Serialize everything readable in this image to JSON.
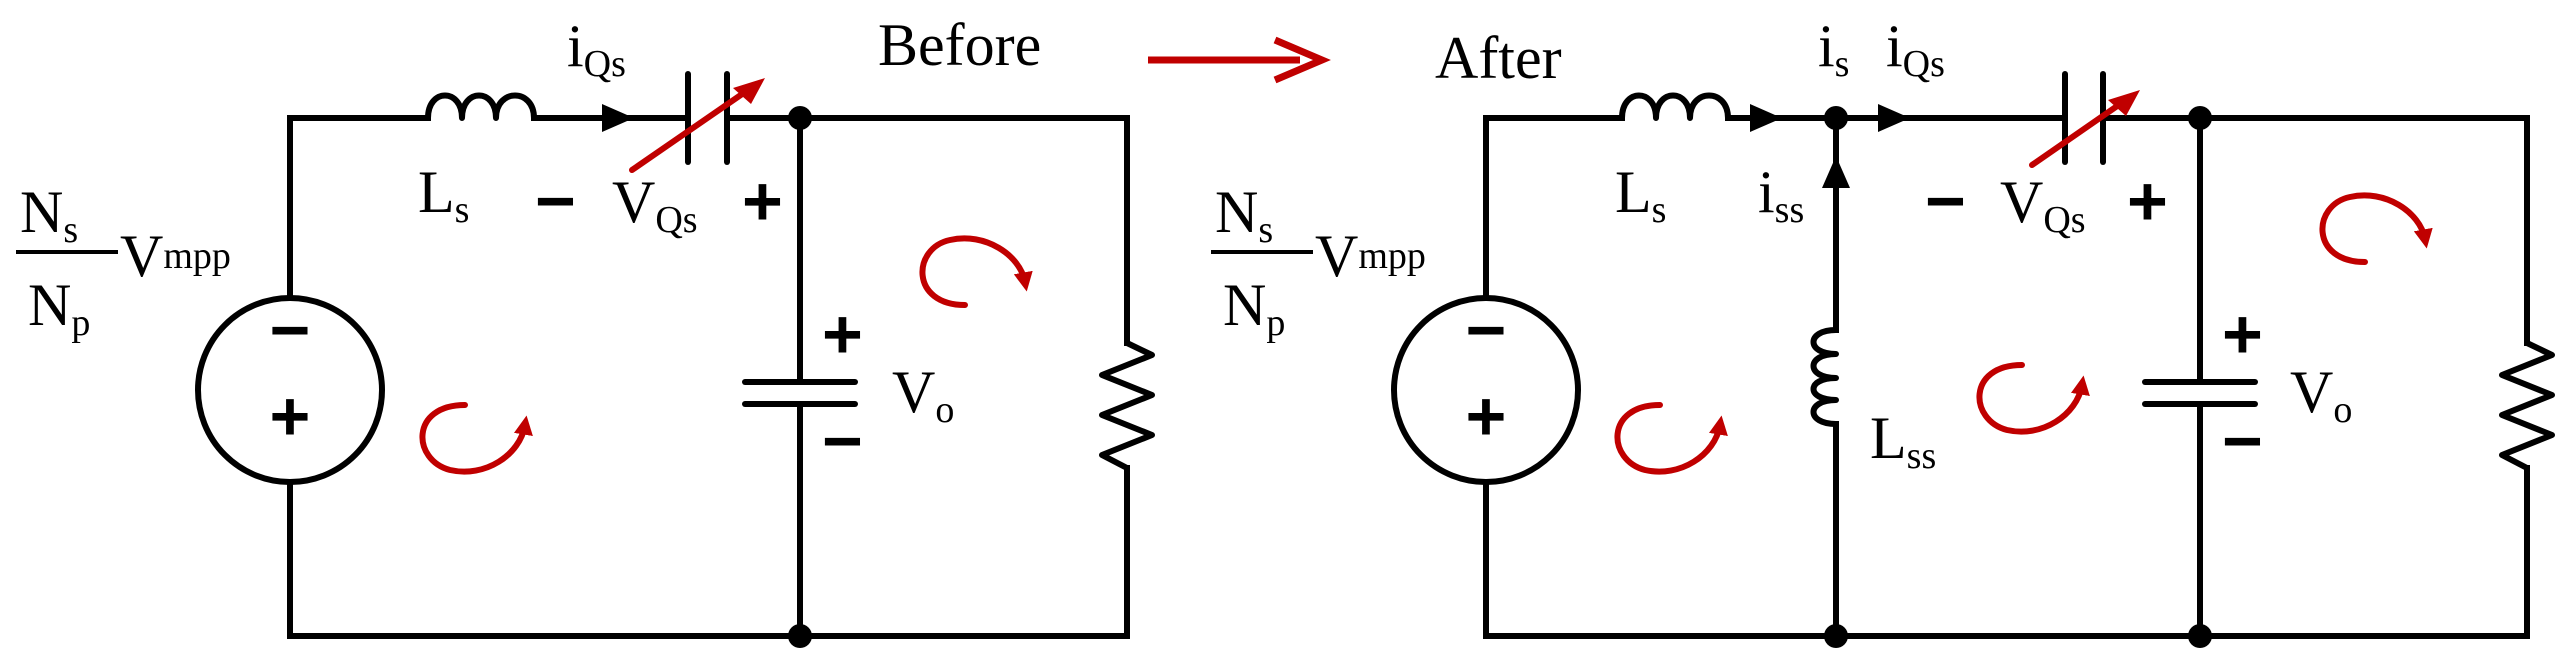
{
  "titles": {
    "before": "Before",
    "after": "After"
  },
  "colors": {
    "wire": "#000000",
    "arrow": "#c00000"
  },
  "before": {
    "source": {
      "num": "N",
      "num_sub": "s",
      "den": "N",
      "den_sub": "p",
      "v": "V",
      "v_sub": "mpp",
      "top_sign": "−",
      "bottom_sign": "+"
    },
    "inductor": {
      "name": "L",
      "sub": "s"
    },
    "current": {
      "name": "i",
      "sub": "Qs"
    },
    "vcap": {
      "minus": "−",
      "name": "V",
      "sub": "Qs",
      "plus": "+"
    },
    "output": {
      "plus": "+",
      "name": "V",
      "sub": "o",
      "minus": "−"
    }
  },
  "after": {
    "source": {
      "num": "N",
      "num_sub": "s",
      "den": "N",
      "den_sub": "p",
      "v": "V",
      "v_sub": "mpp",
      "top_sign": "−",
      "bottom_sign": "+"
    },
    "inductor": {
      "name": "L",
      "sub": "s"
    },
    "is": {
      "name": "i",
      "sub": "s"
    },
    "iqs": {
      "name": "i",
      "sub": "Qs"
    },
    "iss": {
      "name": "i",
      "sub": "ss"
    },
    "lss": {
      "name": "L",
      "sub": "ss"
    },
    "vcap": {
      "minus": "−",
      "name": "V",
      "sub": "Qs",
      "plus": "+"
    },
    "output": {
      "plus": "+",
      "name": "V",
      "sub": "o",
      "minus": "−"
    }
  }
}
